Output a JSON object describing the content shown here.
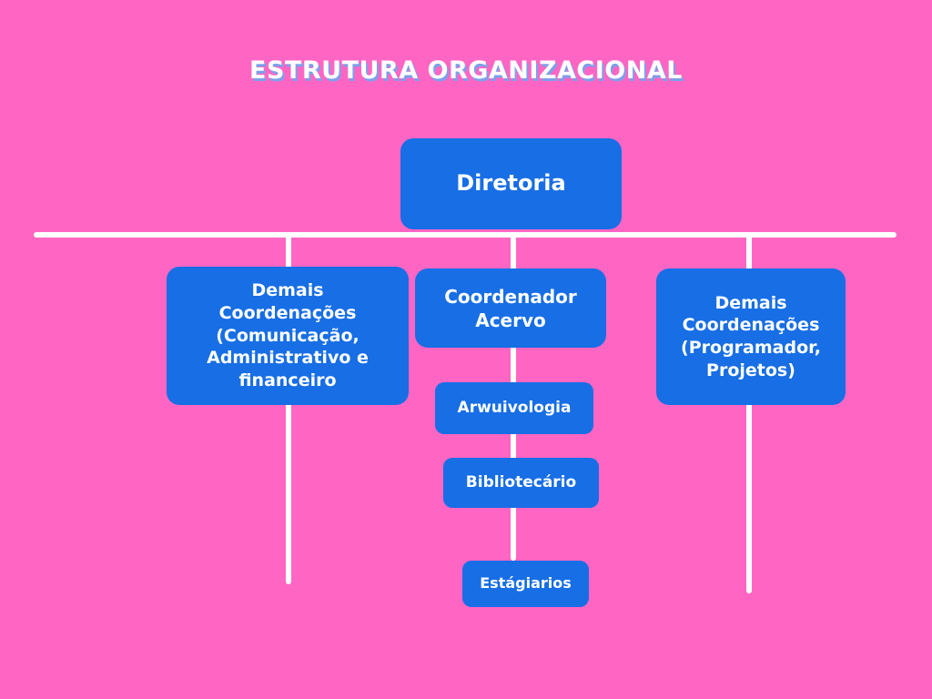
{
  "title": "ESTRUTURA ORGANIZACIONAL",
  "colors": {
    "background": "#FF66C4",
    "node": "#176EE5",
    "connector": "#FFFFFF",
    "text": "#FFFFFF",
    "title_shadow": "#7D9FEA"
  },
  "org_chart": {
    "type": "org-chart",
    "root": {
      "label": "Diretoria"
    },
    "branches": [
      {
        "id": "left",
        "label": "Demais\nCoordenações\n(Comunicação,\nAdministrativo e\nfinanceiro"
      },
      {
        "id": "center",
        "label": "Coordenador\nAcervo"
      },
      {
        "id": "right",
        "label": "Demais\nCoordenações\n(Programador,\nProjetos)"
      }
    ],
    "center_children": [
      {
        "label": "Arwuivologia"
      },
      {
        "label": "Bibliotecário"
      },
      {
        "label": "Estágiarios"
      }
    ]
  }
}
